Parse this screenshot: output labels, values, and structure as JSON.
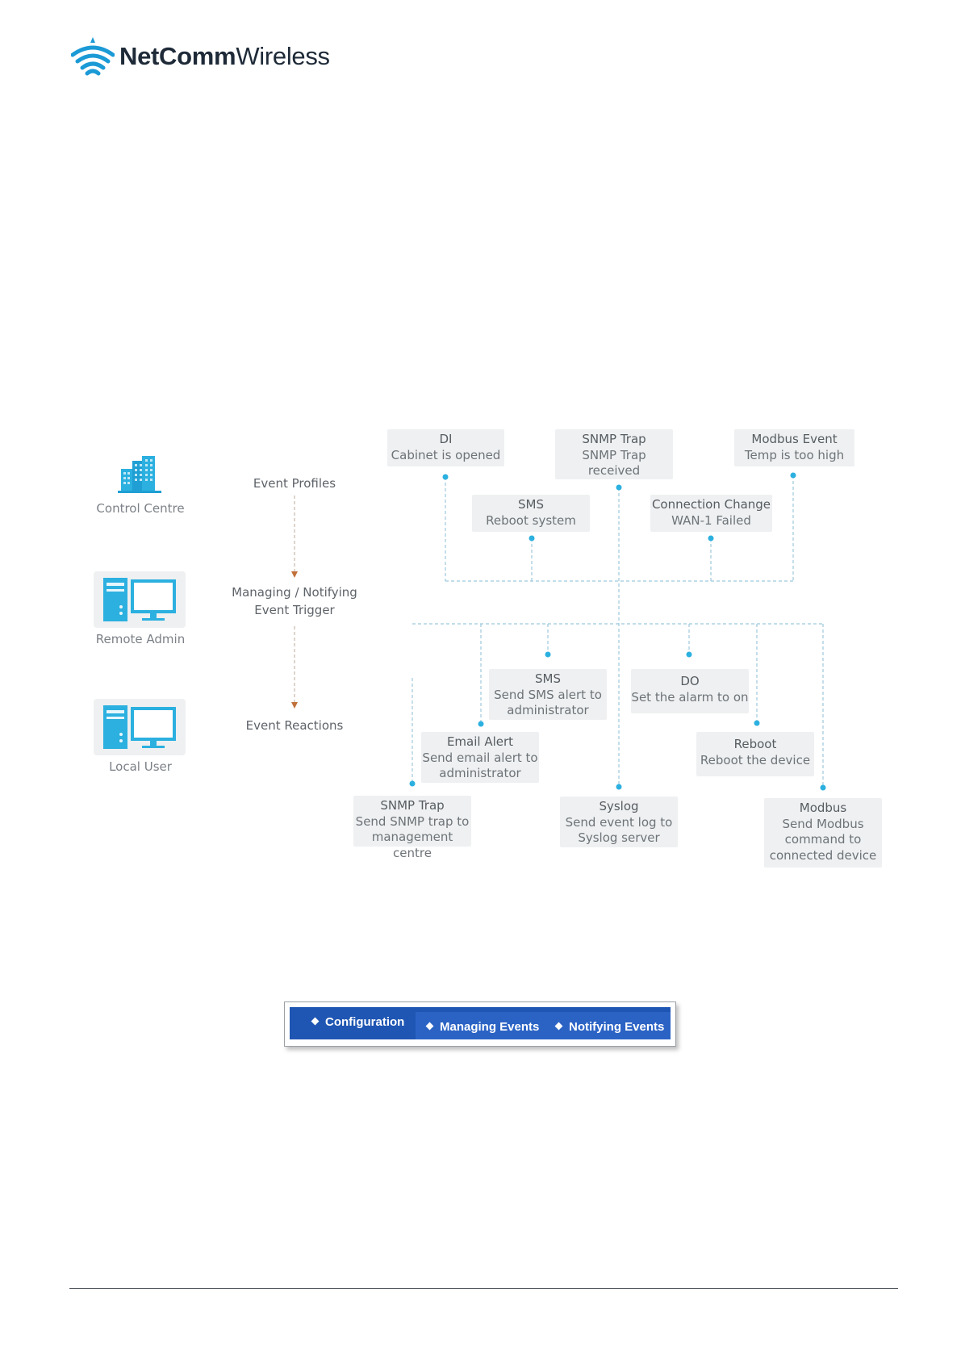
{
  "brand": {
    "name_bold": "NetComm",
    "name_light": "Wireless",
    "icon": "wifi-signal-icon",
    "color": "#1b9ad6"
  },
  "diagram": {
    "left_column": [
      {
        "label": "Control Centre",
        "icon": "office-building-icon"
      },
      {
        "label": "Remote Admin",
        "icon": "desktop-computer-icon"
      },
      {
        "label": "Local User",
        "icon": "desktop-computer-icon"
      }
    ],
    "stages": {
      "profiles": "Event Profiles",
      "trigger": "Managing / Notifying\nEvent Trigger",
      "reactions": "Event Reactions"
    },
    "profiles": [
      {
        "title": "DI",
        "desc": "Cabinet is opened"
      },
      {
        "title": "SNMP Trap",
        "desc": "SNMP Trap\nreceived"
      },
      {
        "title": "Modbus Event",
        "desc": "Temp is too high"
      },
      {
        "title": "SMS",
        "desc": "Reboot system"
      },
      {
        "title": "Connection Change",
        "desc": "WAN-1 Failed"
      }
    ],
    "reactions": [
      {
        "title": "SMS",
        "desc": "Send SMS alert to\nadministrator"
      },
      {
        "title": "DO",
        "desc": "Set the alarm to on"
      },
      {
        "title": "Email Alert",
        "desc": "Send email alert to\nadministrator"
      },
      {
        "title": "Reboot",
        "desc": "Reboot the device"
      },
      {
        "title": "SNMP Trap",
        "desc": "Send SNMP trap to\nmanagement centre"
      },
      {
        "title": "Syslog",
        "desc": "Send event log to\nSyslog server"
      },
      {
        "title": "Modbus",
        "desc": "Send Modbus\ncommand to\nconnected device"
      }
    ],
    "colors": {
      "accent": "#2bb0e0",
      "arrow": "#c0703a",
      "box": "#eef0f1"
    }
  },
  "menu": {
    "items": [
      "Configuration",
      "Managing Events",
      "Notifying Events"
    ],
    "bar_color": "#1f56b3"
  }
}
